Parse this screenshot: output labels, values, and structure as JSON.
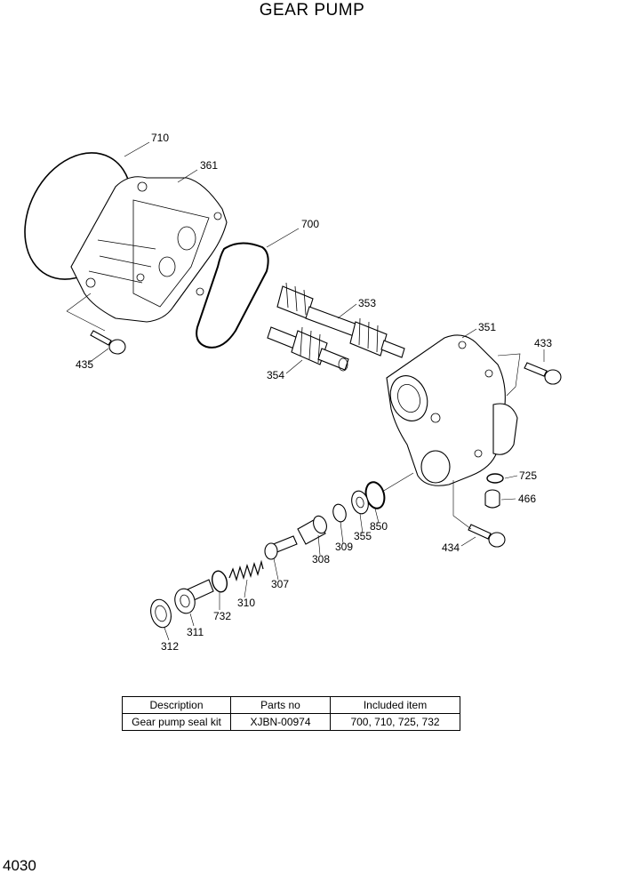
{
  "title": "GEAR PUMP",
  "page_number": "4030",
  "part_labels": {
    "p710": "710",
    "p361": "361",
    "p700": "700",
    "p353": "353",
    "p351": "351",
    "p433": "433",
    "p435": "435",
    "p354": "354",
    "p725": "725",
    "p466": "466",
    "p850": "850",
    "p355": "355",
    "p309": "309",
    "p308": "308",
    "p434": "434",
    "p307": "307",
    "p310": "310",
    "p732": "732",
    "p311": "311",
    "p312": "312"
  },
  "kit_table": {
    "headers": [
      "Description",
      "Parts no",
      "Included item"
    ],
    "rows": [
      [
        "Gear pump seal kit",
        "XJBN-00974",
        "700, 710, 725, 732"
      ]
    ]
  }
}
